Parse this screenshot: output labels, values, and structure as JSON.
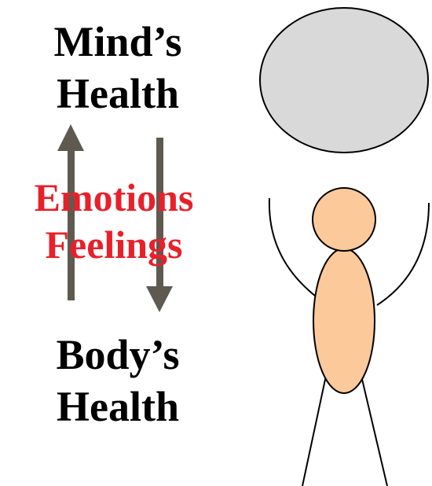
{
  "mind_label": {
    "line1": "Mind’s",
    "line2": "Health"
  },
  "body_label": {
    "line1": "Body’s",
    "line2": "Health"
  },
  "center_label": {
    "line1": "Emotions",
    "line2": "Feelings"
  },
  "colors": {
    "text": "#000000",
    "emotion_text": "#e8202a",
    "arrow": "#5f5a50",
    "head_fill": "#d9d9d9",
    "figure_fill": "#fcc99b",
    "stroke": "#000000"
  },
  "icons": {
    "up_arrow": "arrow-up-icon",
    "down_arrow": "arrow-down-icon",
    "head": "large-head-icon",
    "figure": "stick-figure-icon"
  }
}
